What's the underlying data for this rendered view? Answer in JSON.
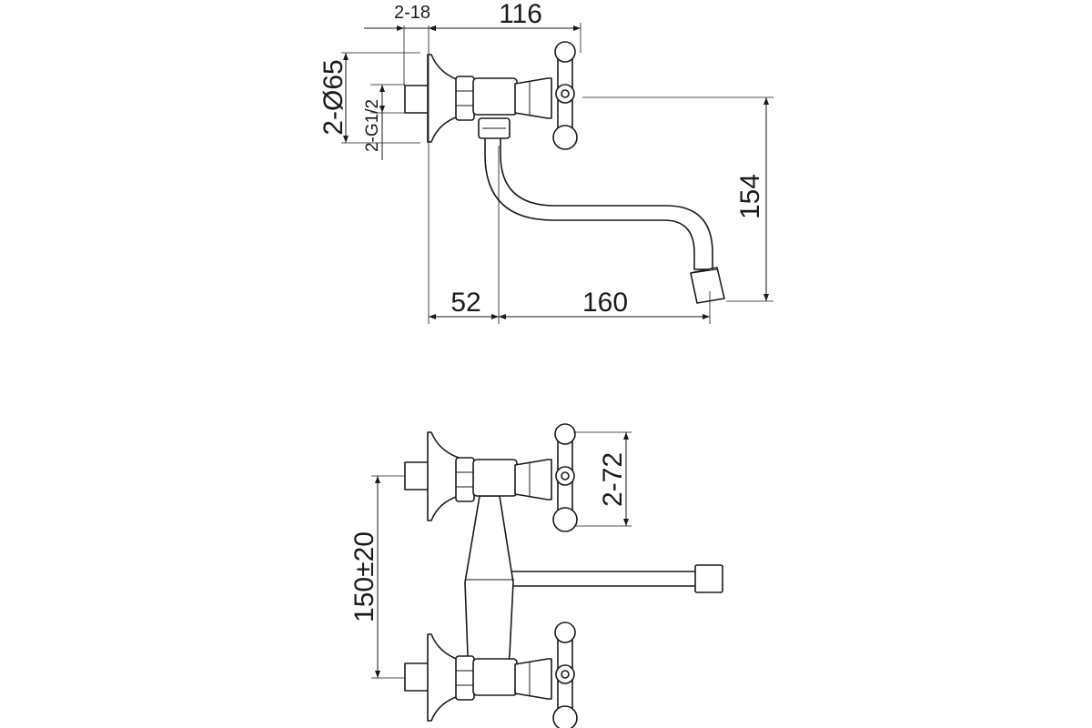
{
  "colors": {
    "line": "#1a1a1a",
    "background": "#ffffff"
  },
  "dimensions": {
    "flange_offset": "2-18",
    "body_length": "116",
    "flange_diameter": "2-Ø65",
    "thread": "2-G1/2",
    "wall_to_spout": "52",
    "spout_reach": "160",
    "spout_height": "154",
    "handle_span": "2-72",
    "center_distance": "150±20"
  }
}
